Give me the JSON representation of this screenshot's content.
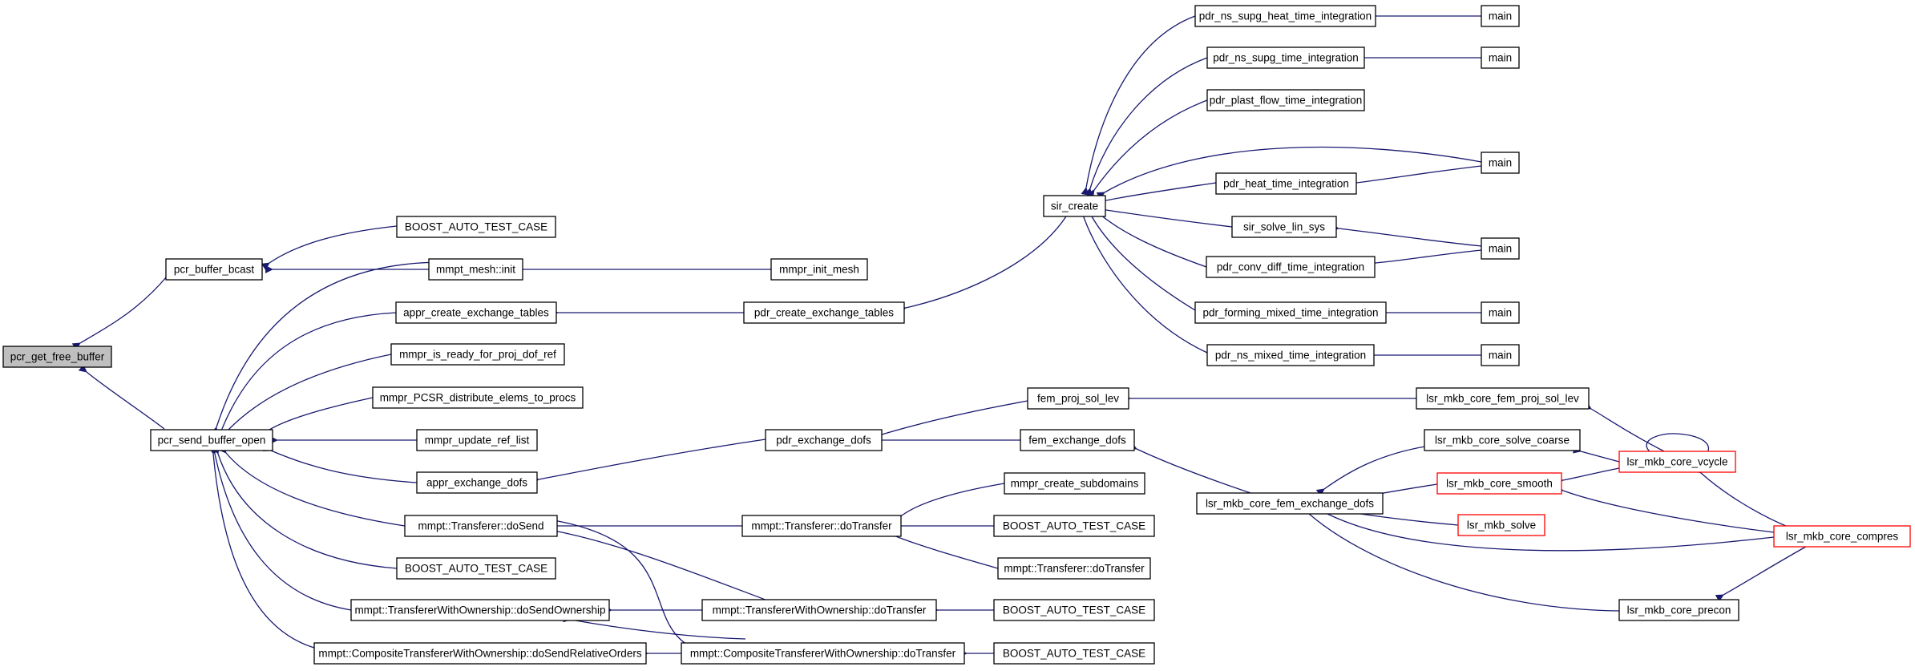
{
  "colors": {
    "edge": "#191970",
    "root_fill": "#bfbfbf",
    "truncated_border": "#ff0000"
  },
  "nodes": {
    "pcr_get_free_buffer": "pcr_get_free_buffer",
    "pcr_buffer_bcast": "pcr_buffer_bcast",
    "pcr_send_buffer_open": "pcr_send_buffer_open",
    "boost_1": "BOOST_AUTO_TEST_CASE",
    "mmpt_mesh_init": "mmpt_mesh::init",
    "mmpr_init_mesh": "mmpr_init_mesh",
    "appr_create_exchange_tables": "appr_create_exchange_tables",
    "pdr_create_exchange_tables": "pdr_create_exchange_tables",
    "mmpr_is_ready": "mmpr_is_ready_for_proj_dof_ref",
    "mmpr_pcsr": "mmpr_PCSR_distribute_elems_to_procs",
    "mmpr_update_ref_list": "mmpr_update_ref_list",
    "appr_exchange_dofs": "appr_exchange_dofs",
    "pdr_exchange_dofs": "pdr_exchange_dofs",
    "transferer_dosend": "mmpt::Transferer::doSend",
    "transferer_dotransfer": "mmpt::Transferer::doTransfer",
    "boost_2": "BOOST_AUTO_TEST_CASE",
    "twoship_dosend": "mmpt::TransfererWithOwnership::doSendOwnership",
    "twoship_dotransfer": "mmpt::TransfererWithOwnership::doTransfer",
    "ctwoship_dosend": "mmpt::CompositeTransfererWithOwnership::doSendRelativeOrders",
    "ctwoship_dotransfer": "mmpt::CompositeTransfererWithOwnership::doTransfer",
    "mmpr_create_subdomains": "mmpr_create_subdomains",
    "boost_3": "BOOST_AUTO_TEST_CASE",
    "transferer_dotransfer2": "mmpt::Transferer::doTransfer",
    "boost_4": "BOOST_AUTO_TEST_CASE",
    "boost_5": "BOOST_AUTO_TEST_CASE",
    "sir_create": "sir_create",
    "pdr_ns_supg_heat": "pdr_ns_supg_heat_time_integration",
    "pdr_ns_supg": "pdr_ns_supg_time_integration",
    "pdr_plast": "pdr_plast_flow_time_integration",
    "pdr_heat": "pdr_heat_time_integration",
    "sir_solve": "sir_solve_lin_sys",
    "pdr_conv_diff": "pdr_conv_diff_time_integration",
    "pdr_forming": "pdr_forming_mixed_time_integration",
    "pdr_ns_mixed": "pdr_ns_mixed_time_integration",
    "main_1": "main",
    "main_2": "main",
    "main_3": "main",
    "main_4": "main",
    "main_5": "main",
    "main_6": "main",
    "fem_proj_sol_lev": "fem_proj_sol_lev",
    "fem_exchange_dofs": "fem_exchange_dofs",
    "lsr_fem_exchange": "lsr_mkb_core_fem_exchange_dofs",
    "lsr_fem_proj": "lsr_mkb_core_fem_proj_sol_lev",
    "lsr_solve_coarse": "lsr_mkb_core_solve_coarse",
    "lsr_smooth": "lsr_mkb_core_smooth",
    "lsr_solve": "lsr_mkb_solve",
    "lsr_precon": "lsr_mkb_core_precon",
    "lsr_vcycle": "lsr_mkb_core_vcycle",
    "lsr_compres": "lsr_mkb_core_compres"
  }
}
